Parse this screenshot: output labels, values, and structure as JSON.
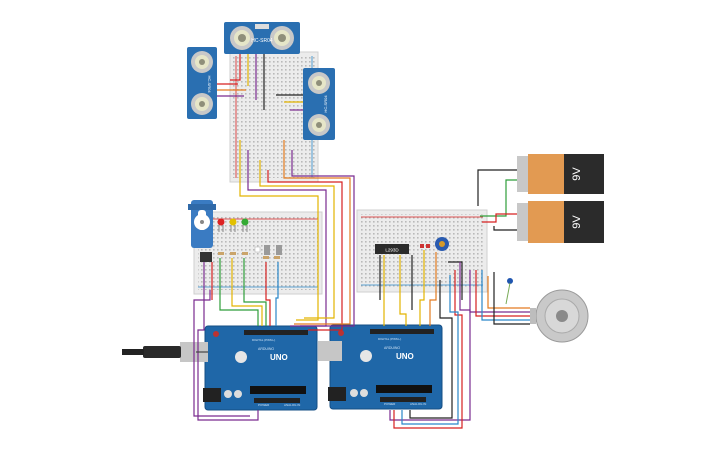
{
  "sensors": {
    "top_label": "HC-SR04",
    "left_label": "HC-SR04",
    "right_label": "HC-SR04"
  },
  "batteries": [
    {
      "label": "9V"
    },
    {
      "label": "9V"
    }
  ],
  "arduinos": [
    {
      "brand": "ARDUINO",
      "model": "UNO",
      "power_label": "POWER",
      "analog_label": "ANALOG IN",
      "digital_label": "DIGITAL (PWM~)"
    },
    {
      "brand": "ARDUINO",
      "model": "UNO",
      "power_label": "POWER",
      "analog_label": "ANALOG IN",
      "digital_label": "DIGITAL (PWM~)"
    }
  ],
  "ic_label": "L293D",
  "colors": {
    "arduino_blue": "#1f67a8",
    "breadboard": "#ececec",
    "sensor_blue": "#2a6fb1",
    "battery_orange": "#e29a52",
    "wire_red": "#d62020",
    "wire_yellow": "#e3b400",
    "wire_purple": "#7a2b8f",
    "wire_green": "#2e9e3a",
    "wire_blue": "#2a87c9",
    "wire_orange": "#e37b20",
    "wire_black": "#222222"
  }
}
